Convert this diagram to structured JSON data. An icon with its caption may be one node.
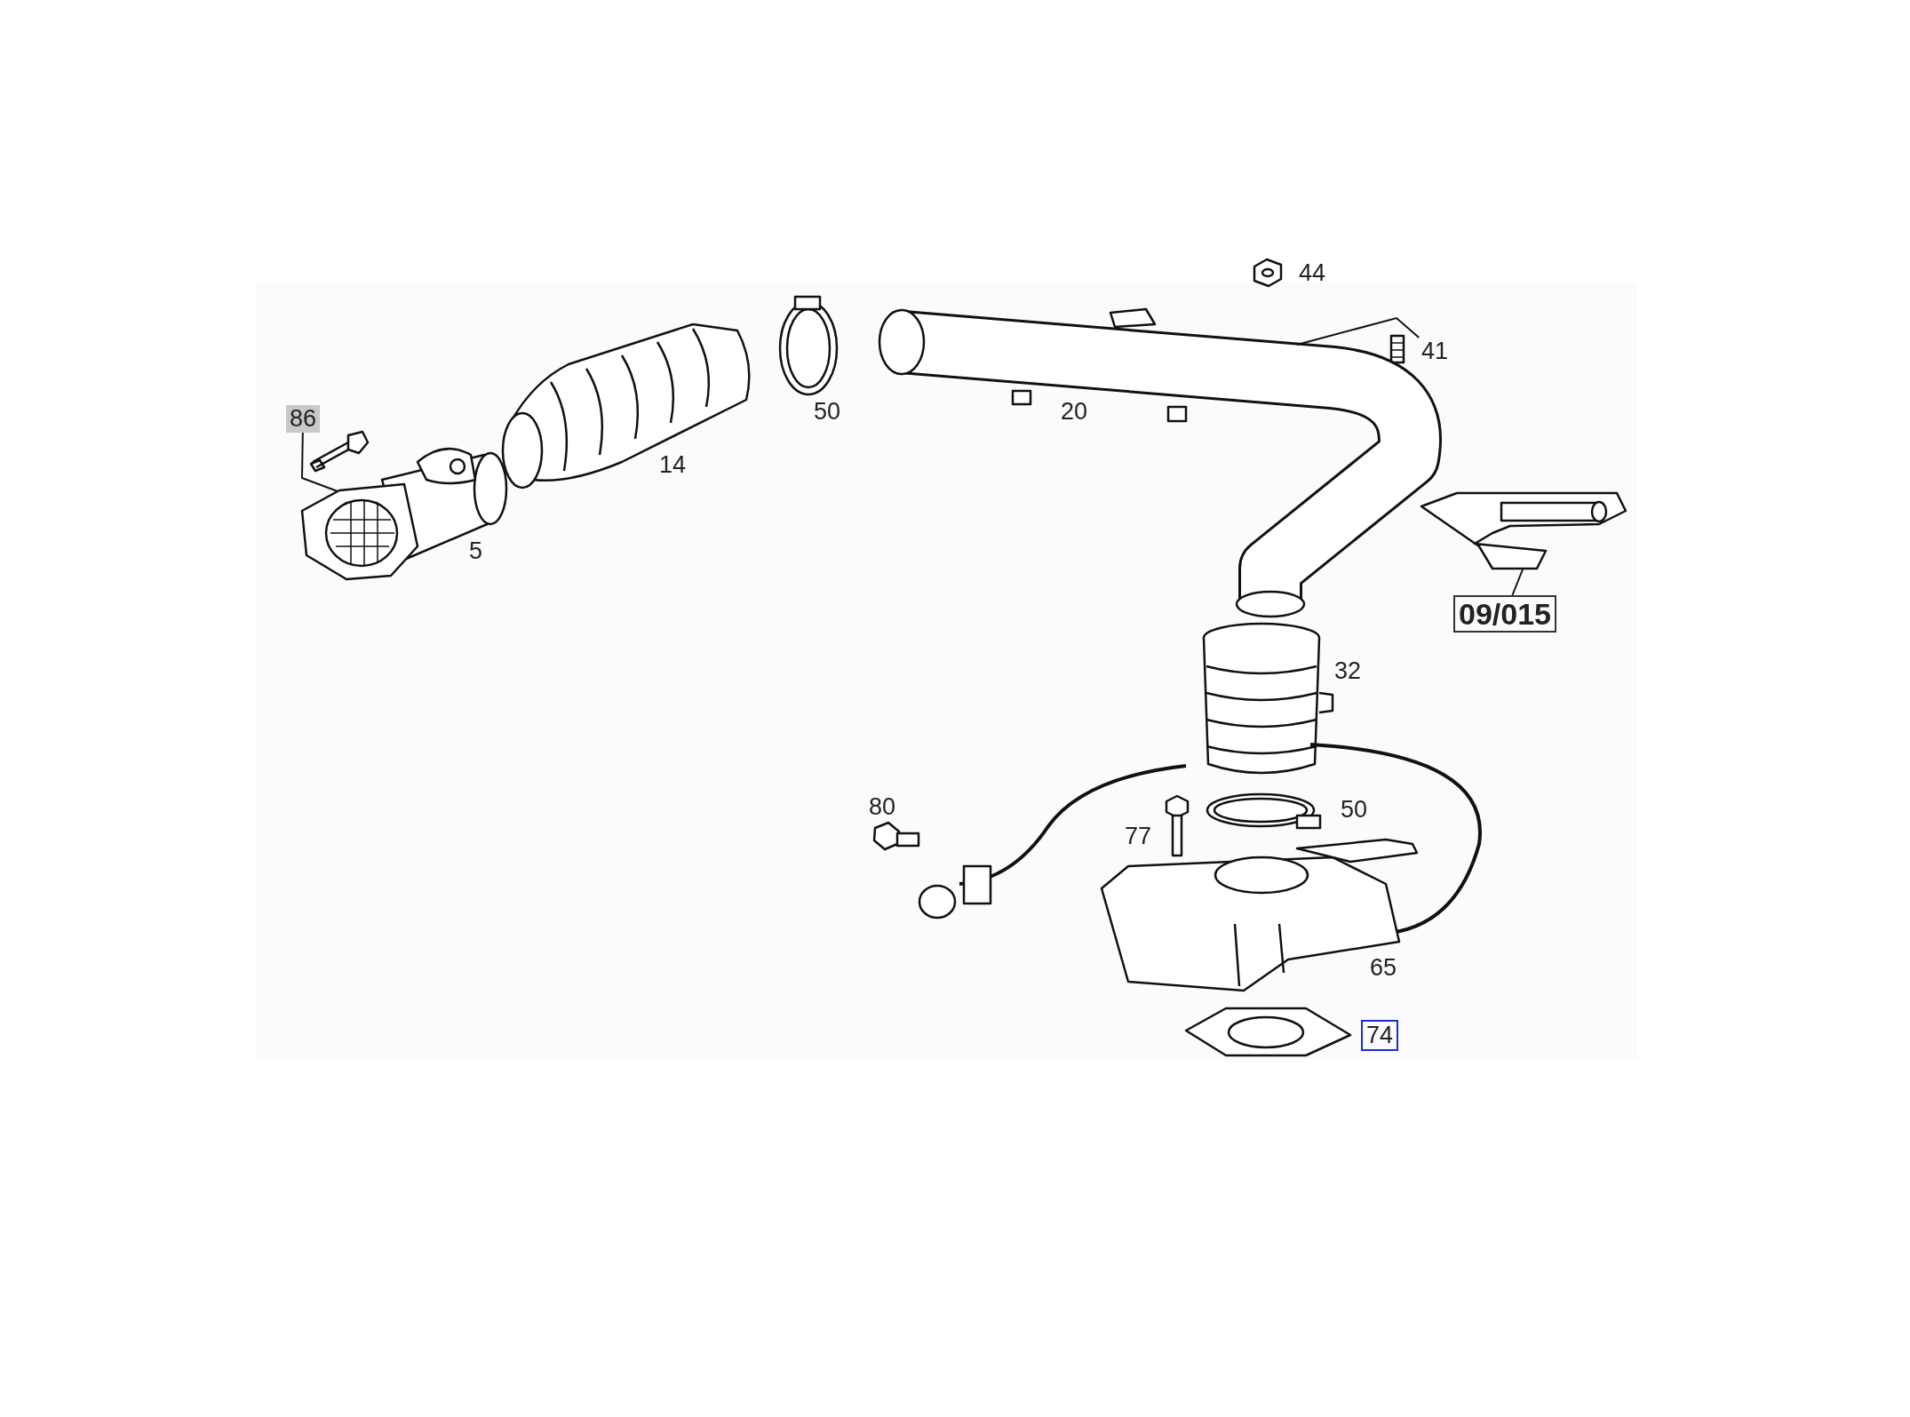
{
  "diagram": {
    "nodes": [
      {
        "text": [
          "86"
        ]
      },
      {
        "text": [],
        "shape": "picture"
      },
      {
        "text": [
          "44"
        ]
      },
      {
        "text": [
          "41"
        ]
      },
      {
        "text": [],
        "shape": "picture"
      },
      {
        "text": [
          "09/015"
        ]
      },
      {
        "text": [],
        "shape": "picture"
      }
    ],
    "edges": [
      {
        "from": 0,
        "to": 1,
        "arrow": "none"
      },
      {
        "from": 3,
        "to": 4,
        "arrow": "none"
      },
      {
        "from": 5,
        "to": 6,
        "arrow": "none"
      }
    ],
    "labels": [
      "50",
      "20",
      "14",
      "5",
      "32",
      "80",
      "50",
      "77",
      "65",
      "74"
    ]
  }
}
